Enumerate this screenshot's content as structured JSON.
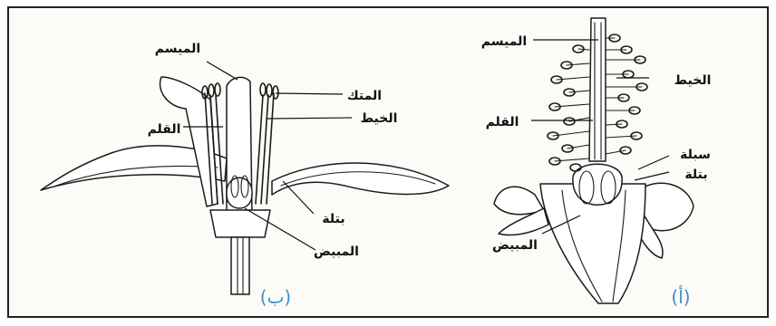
{
  "figure": {
    "panel_b": {
      "caption": "(ب)",
      "labels": {
        "stigma": "الميسم",
        "anther": "المتك",
        "filament": "الخيط",
        "style": "القلم",
        "petal": "بتلة",
        "ovary": "المبيض"
      }
    },
    "panel_a": {
      "caption": "(أ)",
      "labels": {
        "stigma": "الميسم",
        "filament": "الخيط",
        "style": "القلم",
        "sepal": "سبلة",
        "petal": "بتلة",
        "ovary": "المبيض"
      }
    }
  }
}
